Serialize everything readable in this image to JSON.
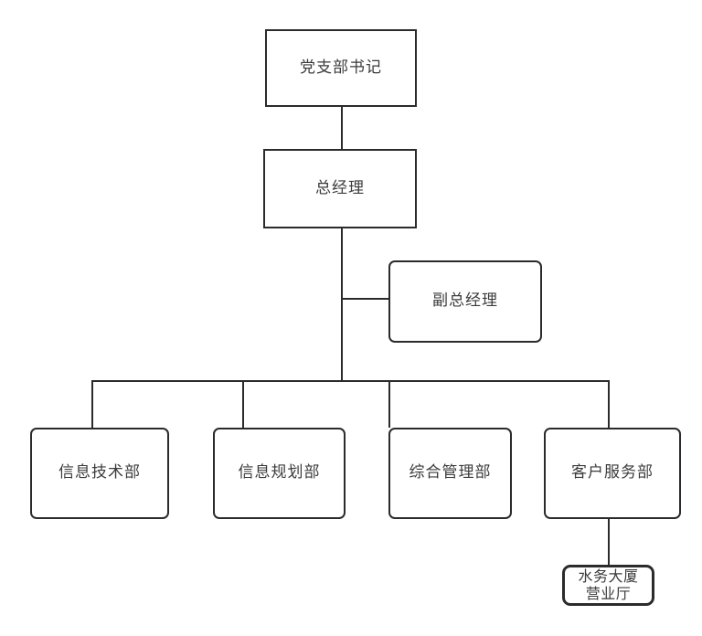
{
  "chart": {
    "type": "org-chart",
    "title": "",
    "background_color": "#ffffff",
    "line_color": "#2b2b2b",
    "text_color": "#3b3b3b",
    "nodes": [
      {
        "id": "party",
        "label": "党支部书记",
        "level": 0,
        "shape": "rectangle"
      },
      {
        "id": "gm",
        "label": "总经理",
        "level": 1,
        "shape": "rectangle"
      },
      {
        "id": "deputy",
        "label": "副总经理",
        "level": 2,
        "shape": "rounded-rectangle"
      },
      {
        "id": "dept_it",
        "label": "信息技术部",
        "level": 3,
        "shape": "rounded-rectangle"
      },
      {
        "id": "dept_plan",
        "label": "信息规划部",
        "level": 3,
        "shape": "rounded-rectangle"
      },
      {
        "id": "dept_admin",
        "label": "综合管理部",
        "level": 3,
        "shape": "rounded-rectangle"
      },
      {
        "id": "dept_cs",
        "label": "客户服务部",
        "level": 3,
        "shape": "rounded-rectangle"
      },
      {
        "id": "hall",
        "label": "水务大厦\n营业厅",
        "level": 4,
        "shape": "rounded-rectangle"
      }
    ],
    "edges": [
      {
        "from": "party",
        "to": "gm"
      },
      {
        "from": "gm",
        "to": "deputy"
      },
      {
        "from": "gm",
        "to": "dept_it"
      },
      {
        "from": "gm",
        "to": "dept_plan"
      },
      {
        "from": "gm",
        "to": "dept_admin"
      },
      {
        "from": "gm",
        "to": "dept_cs"
      },
      {
        "from": "dept_cs",
        "to": "hall"
      }
    ]
  }
}
